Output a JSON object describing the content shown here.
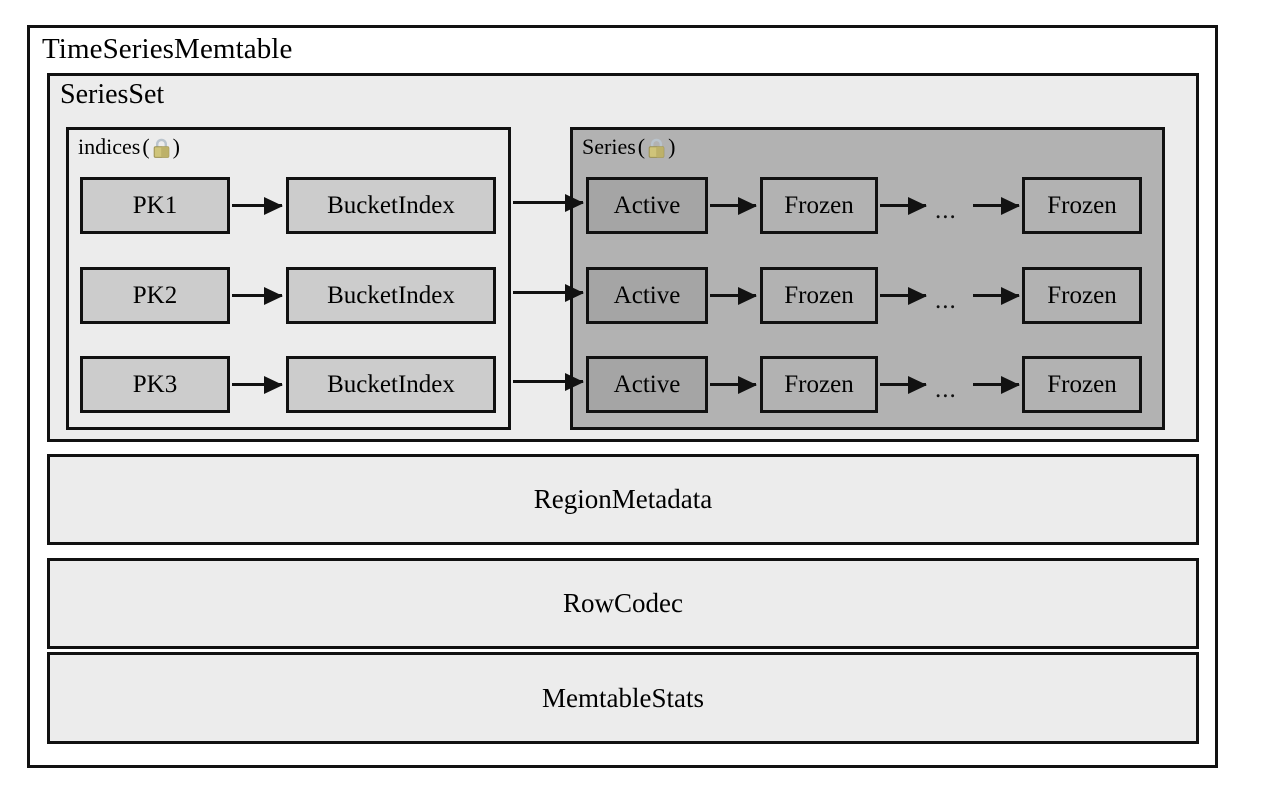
{
  "diagram": {
    "title": "TimeSeriesMemtable",
    "colors": {
      "page_background": "#ffffff",
      "outer_background": "#ffffff",
      "panel_light": "#ececec",
      "panel_gray": "#b2b2b2",
      "node_light": "#cccccc",
      "node_active": "#a5a5a5",
      "stroke": "#111111"
    },
    "seriesset": {
      "title": "SeriesSet",
      "indices": {
        "label": "indices",
        "lock_open": "(",
        "lock_close": ")",
        "lock_icon": "lock-icon",
        "rows": [
          {
            "key": "PK1",
            "index": "BucketIndex"
          },
          {
            "key": "PK2",
            "index": "BucketIndex"
          },
          {
            "key": "PK3",
            "index": "BucketIndex"
          }
        ]
      },
      "series": {
        "label": "Series",
        "lock_open": "(",
        "lock_close": ")",
        "lock_icon": "lock-icon",
        "rows": [
          {
            "active": "Active",
            "frozen_first": "Frozen",
            "ellipsis": "...",
            "frozen_last": "Frozen"
          },
          {
            "active": "Active",
            "frozen_first": "Frozen",
            "ellipsis": "...",
            "frozen_last": "Frozen"
          },
          {
            "active": "Active",
            "frozen_first": "Frozen",
            "ellipsis": "...",
            "frozen_last": "Frozen"
          }
        ]
      }
    },
    "bars": [
      {
        "label": "RegionMetadata"
      },
      {
        "label": "RowCodec"
      },
      {
        "label": "MemtableStats"
      }
    ]
  }
}
